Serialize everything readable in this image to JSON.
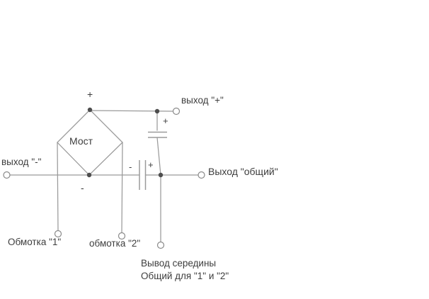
{
  "labels": {
    "bridge": "Мост",
    "plus_top": "+",
    "minus_bottom": "-",
    "cap_vertical_plus": "+",
    "cap_horizontal_minus": "-",
    "cap_horizontal_plus": "+",
    "output_plus": "выход \"+\"",
    "output_minus": "выход \"-\"",
    "output_common": "Выход \"общий\"",
    "winding_1": "Обмотка \"1\"",
    "winding_2": "обмотка \"2\"",
    "center_tap_line1": "Вывод середины",
    "center_tap_line2": "Общий для \"1\" и \"2\""
  },
  "colors": {
    "background": "#ffffff",
    "wire": "#9a9a9a",
    "terminal_stroke": "#8a8a8a",
    "junction_fill": "#4d4d4d",
    "text": "#3d3d3d"
  }
}
